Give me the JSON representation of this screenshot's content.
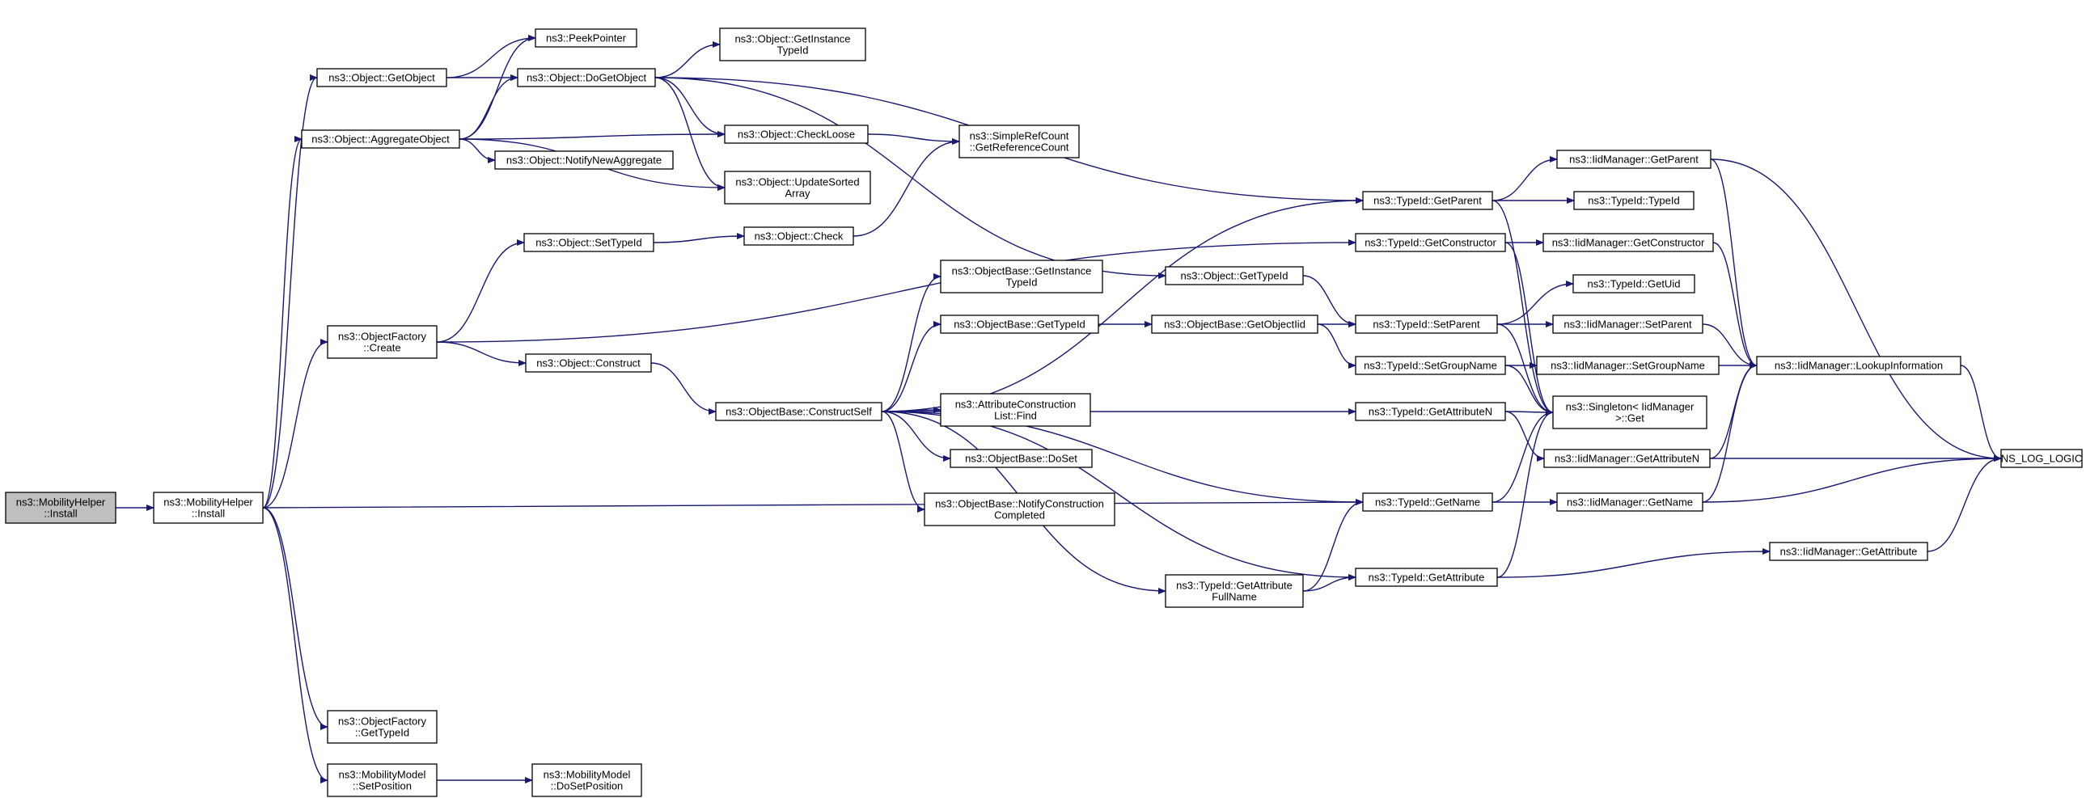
{
  "graph": {
    "nodes": [
      {
        "id": "root",
        "lines": [
          "ns3::MobilityHelper",
          "::Install"
        ],
        "root": true
      },
      {
        "id": "mh_install",
        "lines": [
          "ns3::MobilityHelper",
          "::Install"
        ]
      },
      {
        "id": "getobject",
        "lines": [
          "ns3::Object::GetObject"
        ]
      },
      {
        "id": "aggregate",
        "lines": [
          "ns3::Object::AggregateObject"
        ]
      },
      {
        "id": "peek",
        "lines": [
          "ns3::PeekPointer"
        ]
      },
      {
        "id": "dogetobject",
        "lines": [
          "ns3::Object::DoGetObject"
        ]
      },
      {
        "id": "getinstance",
        "lines": [
          "ns3::Object::GetInstance",
          "TypeId"
        ]
      },
      {
        "id": "checkloose",
        "lines": [
          "ns3::Object::CheckLoose"
        ]
      },
      {
        "id": "notifynew",
        "lines": [
          "ns3::Object::NotifyNewAggregate"
        ]
      },
      {
        "id": "updatesorted",
        "lines": [
          "ns3::Object::UpdateSorted",
          "Array"
        ]
      },
      {
        "id": "refcount",
        "lines": [
          "ns3::SimpleRefCount",
          "::GetReferenceCount"
        ]
      },
      {
        "id": "settypeid",
        "lines": [
          "ns3::Object::SetTypeId"
        ]
      },
      {
        "id": "check",
        "lines": [
          "ns3::Object::Check"
        ]
      },
      {
        "id": "factory_create",
        "lines": [
          "ns3::ObjectFactory",
          "::Create"
        ]
      },
      {
        "id": "construct",
        "lines": [
          "ns3::Object::Construct"
        ]
      },
      {
        "id": "ob_getinstance",
        "lines": [
          "ns3::ObjectBase::GetInstance",
          "TypeId"
        ]
      },
      {
        "id": "ob_gettypeid",
        "lines": [
          "ns3::ObjectBase::GetTypeId"
        ]
      },
      {
        "id": "ob_getobjectiid",
        "lines": [
          "ns3::ObjectBase::GetObjectIid"
        ]
      },
      {
        "id": "obj_gettypeid",
        "lines": [
          "ns3::Object::GetTypeId"
        ]
      },
      {
        "id": "constructself",
        "lines": [
          "ns3::ObjectBase::ConstructSelf"
        ]
      },
      {
        "id": "attrlist_find",
        "lines": [
          "ns3::AttributeConstruction",
          "List::Find"
        ]
      },
      {
        "id": "doset",
        "lines": [
          "ns3::ObjectBase::DoSet"
        ]
      },
      {
        "id": "notifyconstruction",
        "lines": [
          "ns3::ObjectBase::NotifyConstruction",
          "Completed"
        ]
      },
      {
        "id": "tid_getattrfullname",
        "lines": [
          "ns3::TypeId::GetAttribute",
          "FullName"
        ]
      },
      {
        "id": "factory_gettypeid",
        "lines": [
          "ns3::ObjectFactory",
          "::GetTypeId"
        ]
      },
      {
        "id": "mm_setposition",
        "lines": [
          "ns3::MobilityModel",
          "::SetPosition"
        ]
      },
      {
        "id": "mm_dosetposition",
        "lines": [
          "ns3::MobilityModel",
          "::DoSetPosition"
        ]
      },
      {
        "id": "tid_getparent",
        "lines": [
          "ns3::TypeId::GetParent"
        ]
      },
      {
        "id": "tid_getconstructor",
        "lines": [
          "ns3::TypeId::GetConstructor"
        ]
      },
      {
        "id": "tid_setparent",
        "lines": [
          "ns3::TypeId::SetParent"
        ]
      },
      {
        "id": "tid_setgroupname",
        "lines": [
          "ns3::TypeId::SetGroupName"
        ]
      },
      {
        "id": "tid_getattributen",
        "lines": [
          "ns3::TypeId::GetAttributeN"
        ]
      },
      {
        "id": "tid_getname",
        "lines": [
          "ns3::TypeId::GetName"
        ]
      },
      {
        "id": "tid_getattribute",
        "lines": [
          "ns3::TypeId::GetAttribute"
        ]
      },
      {
        "id": "im_getparent",
        "lines": [
          "ns3::IidManager::GetParent"
        ]
      },
      {
        "id": "tid_typeid",
        "lines": [
          "ns3::TypeId::TypeId"
        ]
      },
      {
        "id": "im_getconstructor",
        "lines": [
          "ns3::IidManager::GetConstructor"
        ]
      },
      {
        "id": "tid_getuid",
        "lines": [
          "ns3::TypeId::GetUid"
        ]
      },
      {
        "id": "im_setparent",
        "lines": [
          "ns3::IidManager::SetParent"
        ]
      },
      {
        "id": "im_setgroupname",
        "lines": [
          "ns3::IidManager::SetGroupName"
        ]
      },
      {
        "id": "singleton_get",
        "lines": [
          "ns3::Singleton< IidManager",
          " >::Get"
        ]
      },
      {
        "id": "im_getattributen",
        "lines": [
          "ns3::IidManager::GetAttributeN"
        ]
      },
      {
        "id": "im_getname",
        "lines": [
          "ns3::IidManager::GetName"
        ]
      },
      {
        "id": "im_getattribute",
        "lines": [
          "ns3::IidManager::GetAttribute"
        ]
      },
      {
        "id": "im_lookup",
        "lines": [
          "ns3::IidManager::LookupInformation"
        ]
      },
      {
        "id": "ns_log_logic",
        "lines": [
          "NS_LOG_LOGIC"
        ]
      }
    ],
    "edges": [
      [
        "root",
        "mh_install"
      ],
      [
        "mh_install",
        "getobject"
      ],
      [
        "mh_install",
        "aggregate"
      ],
      [
        "mh_install",
        "factory_create"
      ],
      [
        "mh_install",
        "tid_getname"
      ],
      [
        "mh_install",
        "factory_gettypeid"
      ],
      [
        "mh_install",
        "mm_setposition"
      ],
      [
        "getobject",
        "peek"
      ],
      [
        "getobject",
        "dogetobject"
      ],
      [
        "aggregate",
        "peek"
      ],
      [
        "aggregate",
        "dogetobject"
      ],
      [
        "aggregate",
        "checkloose"
      ],
      [
        "aggregate",
        "notifynew"
      ],
      [
        "aggregate",
        "updatesorted"
      ],
      [
        "dogetobject",
        "getinstance"
      ],
      [
        "dogetobject",
        "checkloose"
      ],
      [
        "dogetobject",
        "updatesorted"
      ],
      [
        "dogetobject",
        "tid_getparent"
      ],
      [
        "dogetobject",
        "obj_gettypeid"
      ],
      [
        "checkloose",
        "refcount"
      ],
      [
        "check",
        "refcount"
      ],
      [
        "settypeid",
        "check"
      ],
      [
        "factory_create",
        "settypeid"
      ],
      [
        "factory_create",
        "construct"
      ],
      [
        "factory_create",
        "tid_getconstructor"
      ],
      [
        "construct",
        "constructself"
      ],
      [
        "constructself",
        "tid_getparent"
      ],
      [
        "constructself",
        "ob_getinstance"
      ],
      [
        "constructself",
        "ob_gettypeid"
      ],
      [
        "constructself",
        "tid_getattributen"
      ],
      [
        "constructself",
        "attrlist_find"
      ],
      [
        "constructself",
        "doset"
      ],
      [
        "constructself",
        "notifyconstruction"
      ],
      [
        "constructself",
        "tid_getname"
      ],
      [
        "constructself",
        "tid_getattrfullname"
      ],
      [
        "constructself",
        "tid_getattribute"
      ],
      [
        "ob_gettypeid",
        "ob_getobjectiid"
      ],
      [
        "ob_getobjectiid",
        "tid_setparent"
      ],
      [
        "ob_getobjectiid",
        "tid_setgroupname"
      ],
      [
        "obj_gettypeid",
        "tid_setparent"
      ],
      [
        "tid_getattrfullname",
        "tid_getname"
      ],
      [
        "tid_getattrfullname",
        "tid_getattribute"
      ],
      [
        "mm_setposition",
        "mm_dosetposition"
      ],
      [
        "tid_getparent",
        "im_getparent"
      ],
      [
        "tid_getparent",
        "tid_typeid"
      ],
      [
        "tid_getparent",
        "singleton_get"
      ],
      [
        "tid_getconstructor",
        "im_getconstructor"
      ],
      [
        "tid_getconstructor",
        "singleton_get"
      ],
      [
        "tid_setparent",
        "tid_getuid"
      ],
      [
        "tid_setparent",
        "im_setparent"
      ],
      [
        "tid_setparent",
        "singleton_get"
      ],
      [
        "tid_setgroupname",
        "im_setgroupname"
      ],
      [
        "tid_setgroupname",
        "singleton_get"
      ],
      [
        "tid_getattributen",
        "singleton_get"
      ],
      [
        "tid_getattributen",
        "im_getattributen"
      ],
      [
        "tid_getname",
        "singleton_get"
      ],
      [
        "tid_getname",
        "im_getname"
      ],
      [
        "tid_getattribute",
        "singleton_get"
      ],
      [
        "tid_getattribute",
        "im_getattribute"
      ],
      [
        "im_getparent",
        "im_lookup"
      ],
      [
        "im_getparent",
        "ns_log_logic"
      ],
      [
        "im_getconstructor",
        "im_lookup"
      ],
      [
        "im_setparent",
        "im_lookup"
      ],
      [
        "im_setgroupname",
        "im_lookup"
      ],
      [
        "im_getattributen",
        "im_lookup"
      ],
      [
        "im_getattributen",
        "ns_log_logic"
      ],
      [
        "im_getname",
        "im_lookup"
      ],
      [
        "im_getname",
        "ns_log_logic"
      ],
      [
        "im_getattribute",
        "ns_log_logic"
      ],
      [
        "im_lookup",
        "ns_log_logic"
      ]
    ]
  }
}
